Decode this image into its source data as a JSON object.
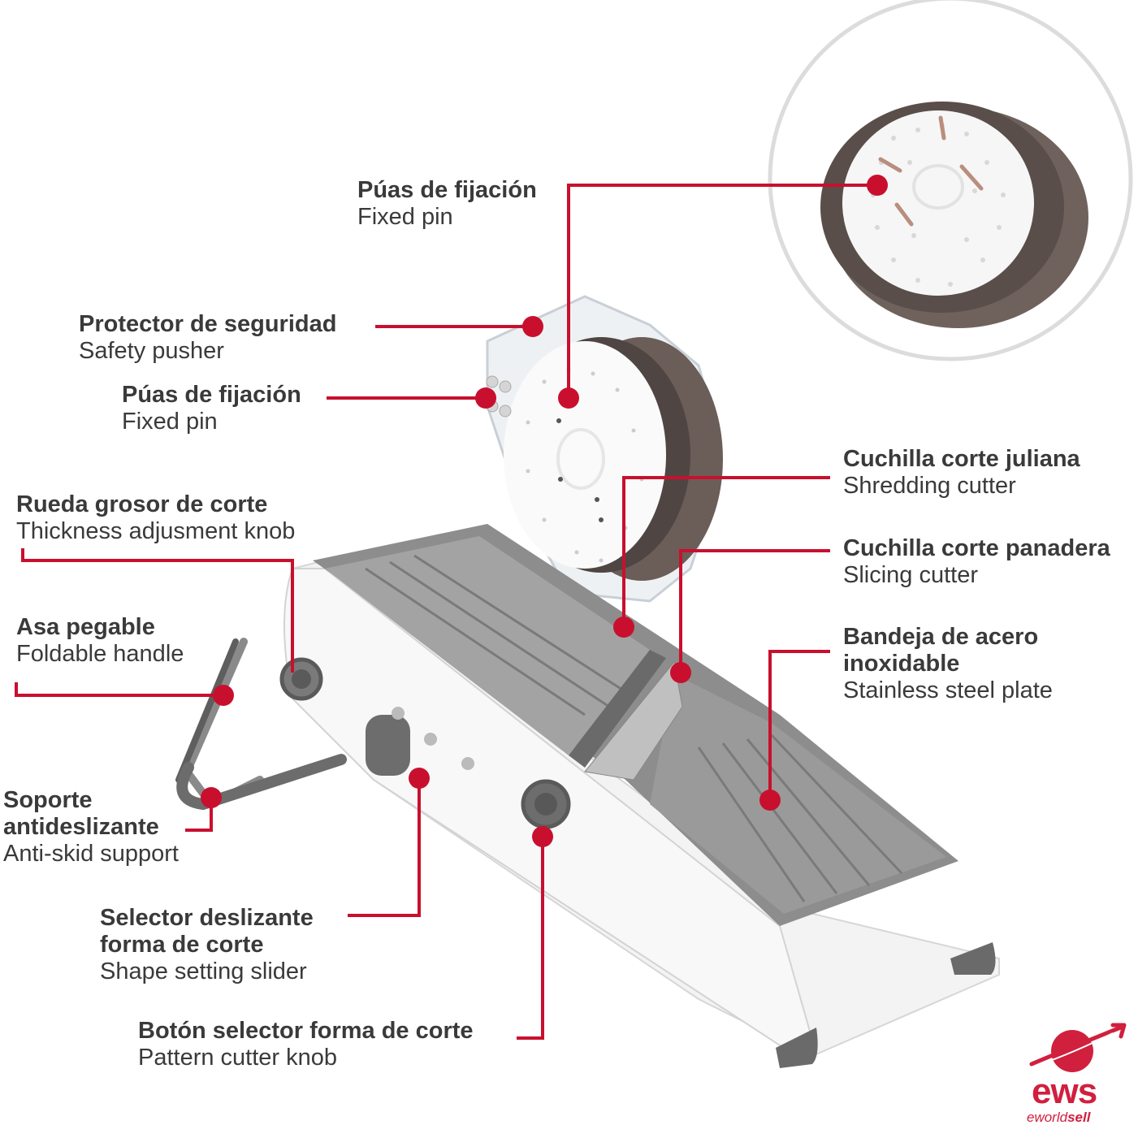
{
  "labels": [
    {
      "id": "fixed-pin-top",
      "es": "Púas de fijación",
      "en": "Fixed pin"
    },
    {
      "id": "safety-pusher",
      "es": "Protector de seguridad",
      "en": "Safety pusher"
    },
    {
      "id": "fixed-pin-side",
      "es": "Púas de fijación",
      "en": "Fixed pin"
    },
    {
      "id": "thickness-knob",
      "es": "Rueda grosor de corte",
      "en": "Thickness adjusment knob"
    },
    {
      "id": "foldable-handle",
      "es": "Asa pegable",
      "en": "Foldable handle"
    },
    {
      "id": "anti-skid",
      "es_lines": [
        "Soporte",
        "antideslizante"
      ],
      "en": "Anti-skid support"
    },
    {
      "id": "shape-slider",
      "es_lines": [
        "Selector deslizante",
        "forma de corte"
      ],
      "en": "Shape setting slider"
    },
    {
      "id": "pattern-knob",
      "es": "Botón selector forma de corte",
      "en": "Pattern cutter knob"
    },
    {
      "id": "shredding-cutter",
      "es": "Cuchilla corte juliana",
      "en": "Shredding cutter"
    },
    {
      "id": "slicing-cutter",
      "es": "Cuchilla corte panadera",
      "en": "Slicing cutter"
    },
    {
      "id": "steel-plate",
      "es_lines": [
        "Bandeja de acero",
        "inoxidable"
      ],
      "en": "Stainless steel plate"
    }
  ],
  "brand": {
    "logo": "ews",
    "sub_regular": "eworld",
    "sub_bold": "sell"
  },
  "colors": {
    "accent": "#c8102e",
    "text": "#3a3a3a",
    "body": "#f4f4f4",
    "plate": "#8a8a8a",
    "pusher_ring": "#6b5d58"
  }
}
